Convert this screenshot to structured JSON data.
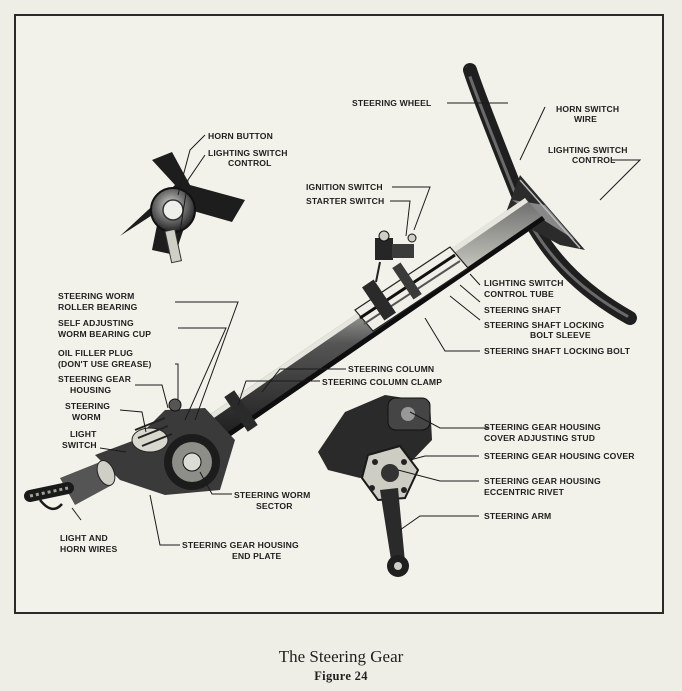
{
  "caption": {
    "title": "The Steering Gear",
    "figure": "Figure 24"
  },
  "labels": {
    "steering_wheel": "STEERING WHEEL",
    "horn_switch_wire_1": "HORN SWITCH",
    "horn_switch_wire_2": "WIRE",
    "lighting_switch_control_1": "LIGHTING SWITCH",
    "lighting_switch_control_2": "CONTROL",
    "horn_button": "HORN BUTTON",
    "lighting_switch_control_left_1": "LIGHTING SWITCH",
    "lighting_switch_control_left_2": "CONTROL",
    "ignition_switch": "IGNITION SWITCH",
    "starter_switch": "STARTER SWITCH",
    "lighting_switch_control_tube_1": "LIGHTING SWITCH",
    "lighting_switch_control_tube_2": "CONTROL TUBE",
    "steering_shaft": "STEERING SHAFT",
    "steering_shaft_locking_bolt_sleeve_1": "STEERING SHAFT LOCKING",
    "steering_shaft_locking_bolt_sleeve_2": "BOLT SLEEVE",
    "steering_shaft_locking_bolt": "STEERING SHAFT LOCKING BOLT",
    "steering_worm_roller_bearing_1": "STEERING WORM",
    "steering_worm_roller_bearing_2": "ROLLER BEARING",
    "self_adjusting_worm_bearing_cup_1": "SELF ADJUSTING",
    "self_adjusting_worm_bearing_cup_2": "WORM BEARING CUP",
    "oil_filler_plug_1": "OIL FILLER PLUG",
    "oil_filler_plug_2": "(DON'T USE GREASE)",
    "steering_gear_housing_1": "STEERING GEAR",
    "steering_gear_housing_2": "HOUSING",
    "steering_worm_1": "STEERING",
    "steering_worm_2": "WORM",
    "light_switch_1": "LIGHT",
    "light_switch_2": "SWITCH",
    "steering_column": "STEERING COLUMN",
    "steering_column_clamp": "STEERING COLUMN CLAMP",
    "housing_cover_adjusting_stud_1": "STEERING GEAR HOUSING",
    "housing_cover_adjusting_stud_2": "COVER ADJUSTING STUD",
    "housing_cover": "STEERING GEAR HOUSING COVER",
    "eccentric_rivet_1": "STEERING GEAR HOUSING",
    "eccentric_rivet_2": "ECCENTRIC RIVET",
    "steering_arm": "STEERING ARM",
    "steering_worm_sector_1": "STEERING WORM",
    "steering_worm_sector_2": "SECTOR",
    "light_and_horn_wires_1": "LIGHT AND",
    "light_and_horn_wires_2": "HORN WIRES",
    "end_plate_1": "STEERING GEAR HOUSING",
    "end_plate_2": "END PLATE"
  }
}
